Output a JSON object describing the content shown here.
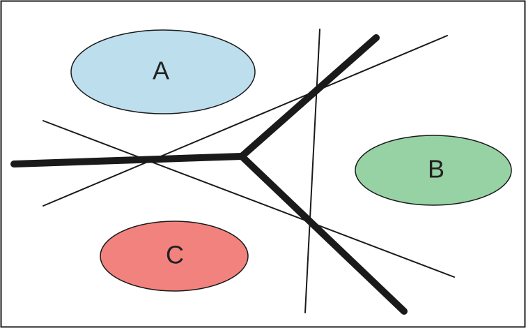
{
  "regions": [
    {
      "label": "A",
      "fill": "#bcdeed"
    },
    {
      "label": "B",
      "fill": "#97d2a5"
    },
    {
      "label": "C",
      "fill": "#f2827e"
    }
  ],
  "colors": {
    "background": "#ffffff",
    "stroke": "#1a1a1a"
  }
}
